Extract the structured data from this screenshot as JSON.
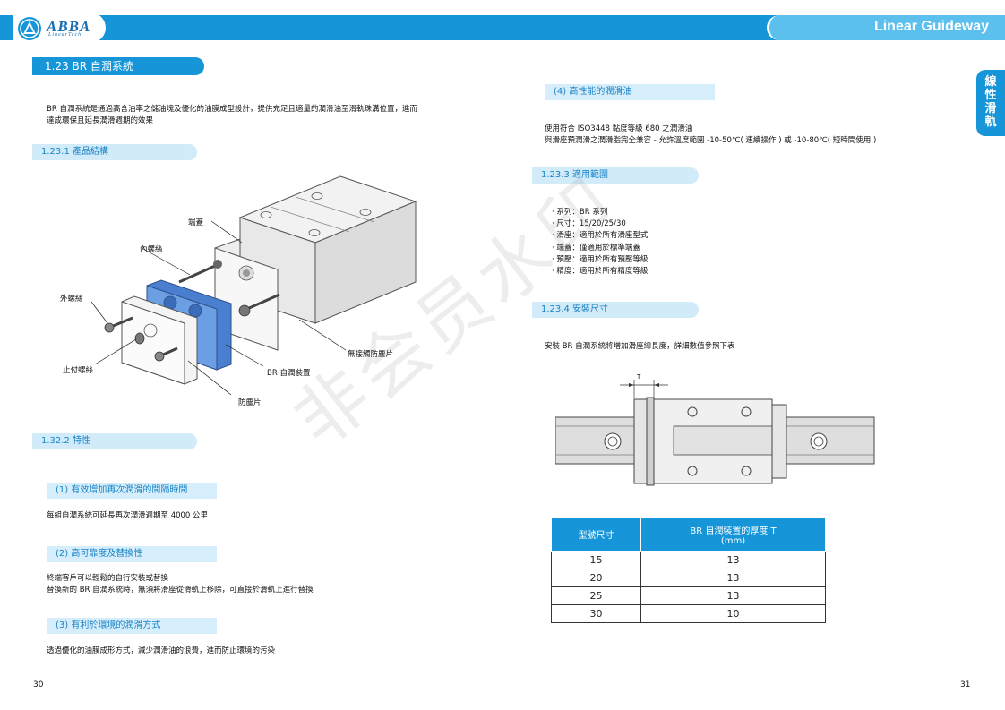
{
  "header": {
    "brand": "ABBA",
    "brand_sub": "LinearTech",
    "right_title": "Linear Guideway"
  },
  "side_tab": "線性滑軌",
  "left": {
    "section_title": "1.23 BR 自潤系統",
    "intro_line1": "BR 自潤系統是通過高含油率之儲油塊及優化的油膜成型設計，提供充足且適量的潤滑油至滑軌珠溝位置，進而",
    "intro_line2": "達成環保且延長潤滑週期的效果",
    "sub1": "1.23.1 產品結構",
    "labels": {
      "end_cap": "端蓋",
      "inner_screw": "內螺絲",
      "outer_screw": "外螺絲",
      "stop_screw": "止付螺絲",
      "dust_plate": "防塵片",
      "br_device": "BR 自潤裝置",
      "contactless_plate": "無接觸防塵片"
    },
    "sub2": "1.32.2 特性",
    "feat1_title": "(1) 有效增加再次潤滑的間隔時間",
    "feat1_text": "每組自潤系統可延長再次潤滑週期至 4000 公里",
    "feat2_title": "(2) 高可靠度及替換性",
    "feat2_line1": "終端客戶可以輕鬆的自行安裝或替換",
    "feat2_line2": "替換新的 BR 自潤系統時，無須將滑座從滑軌上移除，可直接於滑軌上進行替換",
    "feat3_title": "(3) 有利於環境的潤滑方式",
    "feat3_text": "透過優化的油膜成形方式，減少潤滑油的浪費，進而防止環境的污染",
    "page": "30"
  },
  "right": {
    "feat4_title": "(4) 高性能的潤滑油",
    "feat4_line1": "使用符合 ISO3448 黏度等級 680 之潤滑油",
    "feat4_line2": "與滑座預潤滑之潤滑脂完全兼容 - 允許溫度範圍 -10-50℃( 連續操作 ) 或 -10-80℃( 短時間使用 )",
    "sub3": "1.23.3 適用範圍",
    "scope": [
      "系列：BR 系列",
      "尺寸：15/20/25/30",
      "滑座：適用於所有滑座型式",
      "端蓋：僅適用於標準端蓋",
      "預壓：適用於所有預壓等級",
      "精度：適用於所有精度等級"
    ],
    "sub4": "1.23.4 安裝尺寸",
    "install_text": "安裝 BR 自潤系統將增加滑座總長度，詳細數值參照下表",
    "dim_label": "T",
    "table": {
      "col1": "型號尺寸",
      "col2_line1": "BR 自潤裝置的厚度 T",
      "col2_line2": "(mm)",
      "rows": [
        [
          "15",
          "13"
        ],
        [
          "20",
          "13"
        ],
        [
          "25",
          "13"
        ],
        [
          "30",
          "10"
        ]
      ]
    },
    "page": "31"
  },
  "watermark": "非会员水印",
  "colors": {
    "brand_blue": "#1696d8",
    "light_blue": "#d2ebf9",
    "device_blue": "#5b8fd8"
  }
}
